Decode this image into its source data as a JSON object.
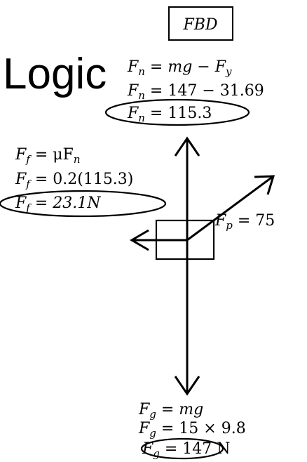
{
  "title_box": {
    "label": "FBD"
  },
  "heading": "Logic",
  "normal_force": {
    "line1": {
      "sym": "F",
      "sub": "n",
      "rhs": " = mg − F",
      "rhs_sub": "y"
    },
    "line2": {
      "sym": "F",
      "sub": "n",
      "rhs": " = 147 − 31.69"
    },
    "line3": {
      "sym": "F",
      "sub": "n",
      "rhs": " = 115.3"
    }
  },
  "friction_force": {
    "line1": {
      "sym": "F",
      "sub": "f",
      "rhs": " = μF",
      "rhs_sub": "n"
    },
    "line2": {
      "sym": "F",
      "sub": "f",
      "rhs": " = 0.2(115.3)"
    },
    "line3": {
      "sym": "F",
      "sub": "f",
      "rhs": " = 23.1N"
    }
  },
  "applied_force": {
    "sym": "F",
    "sub": "p",
    "rhs": " = 75"
  },
  "gravity_force": {
    "line1": {
      "sym": "F",
      "sub": "g",
      "rhs": " = mg"
    },
    "line2": {
      "sym": "F",
      "sub": "g",
      "rhs": " = 15 × 9.8"
    },
    "line3": {
      "sym": "F",
      "sub": "g",
      "rhs": " = 147 N"
    }
  }
}
